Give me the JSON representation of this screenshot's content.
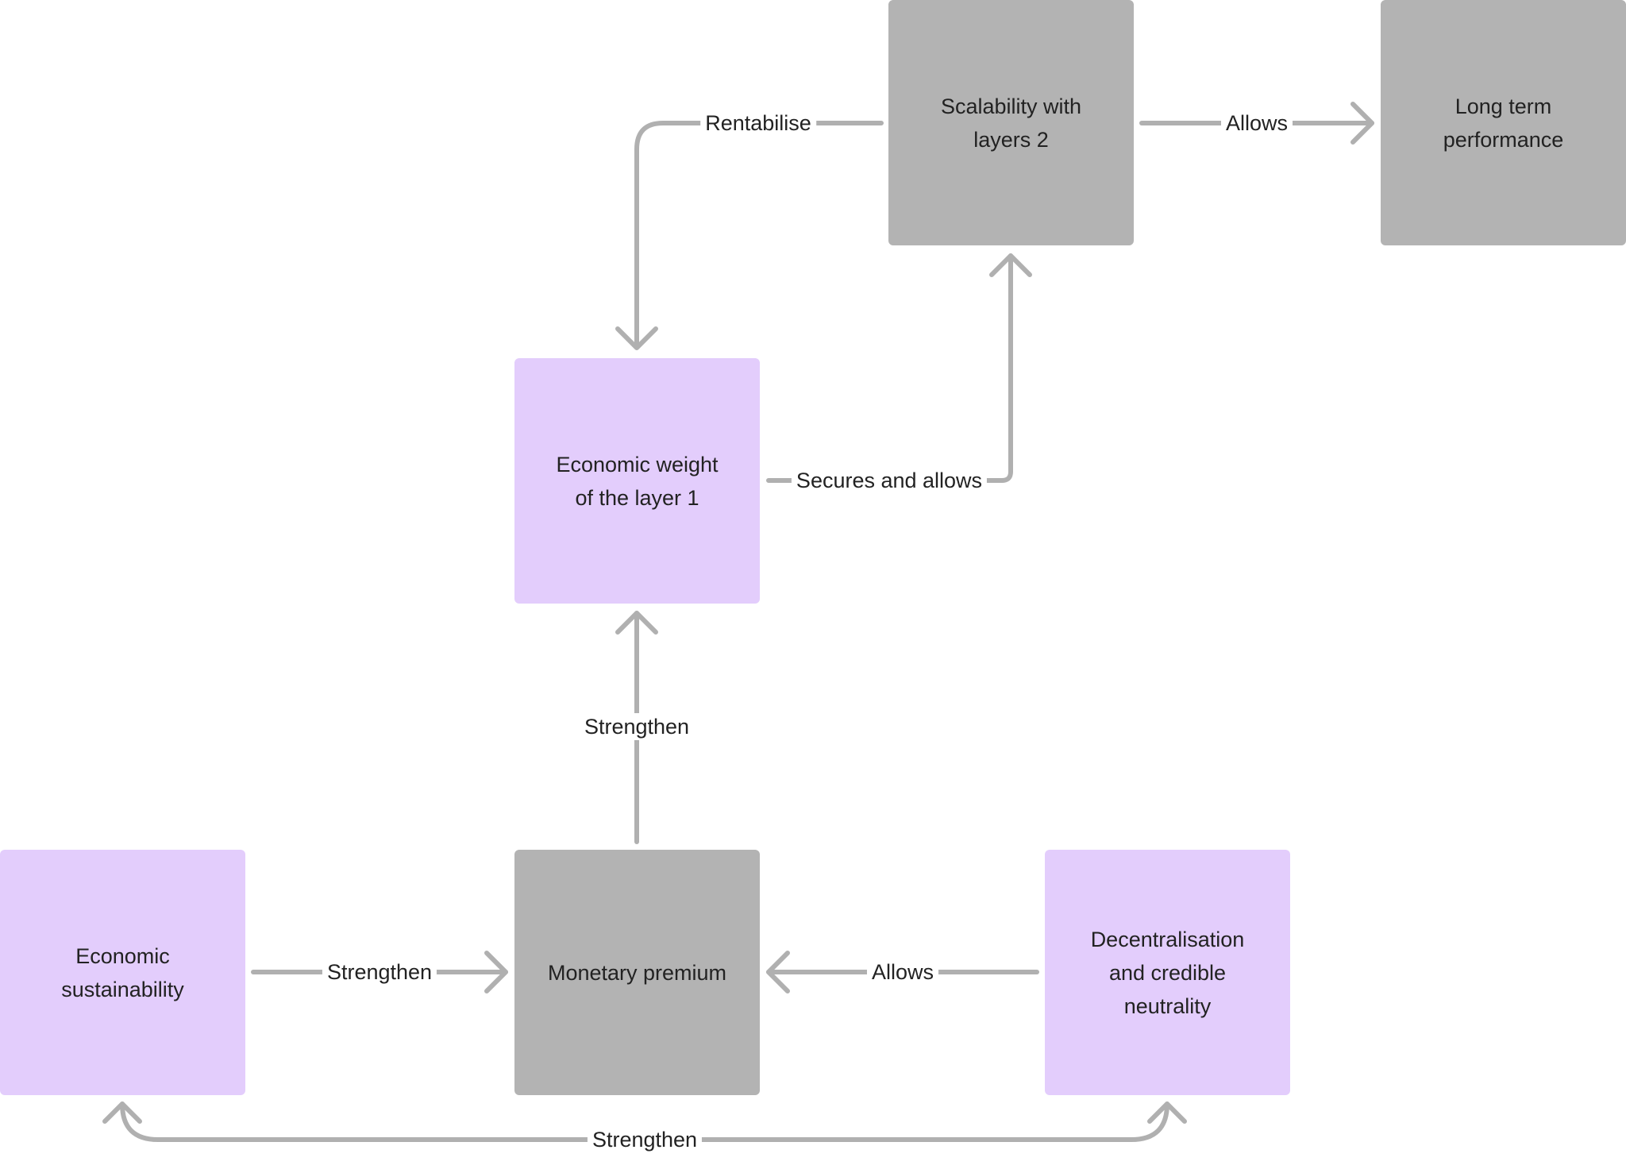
{
  "colors": {
    "purple_node": "#e3cdfc",
    "gray_node": "#b3b3b3",
    "connector": "#b0b0b0",
    "text": "#222222"
  },
  "nodes": {
    "scalability": "Scalability with\nlayers 2",
    "long_term": "Long term\nperformance",
    "economic_weight": "Economic weight\nof the layer 1",
    "economic_sustainability": "Economic\nsustainability",
    "monetary_premium": "Monetary premium",
    "decentralisation": "Decentralisation\nand credible\nneutrality"
  },
  "edges": {
    "rentabilise": "Rentabilise",
    "allows_top": "Allows",
    "secures_and_allows": "Secures and allows",
    "strengthen_vertical": "Strengthen",
    "strengthen_left": "Strengthen",
    "allows_bottom": "Allows",
    "strengthen_bottom": "Strengthen"
  }
}
